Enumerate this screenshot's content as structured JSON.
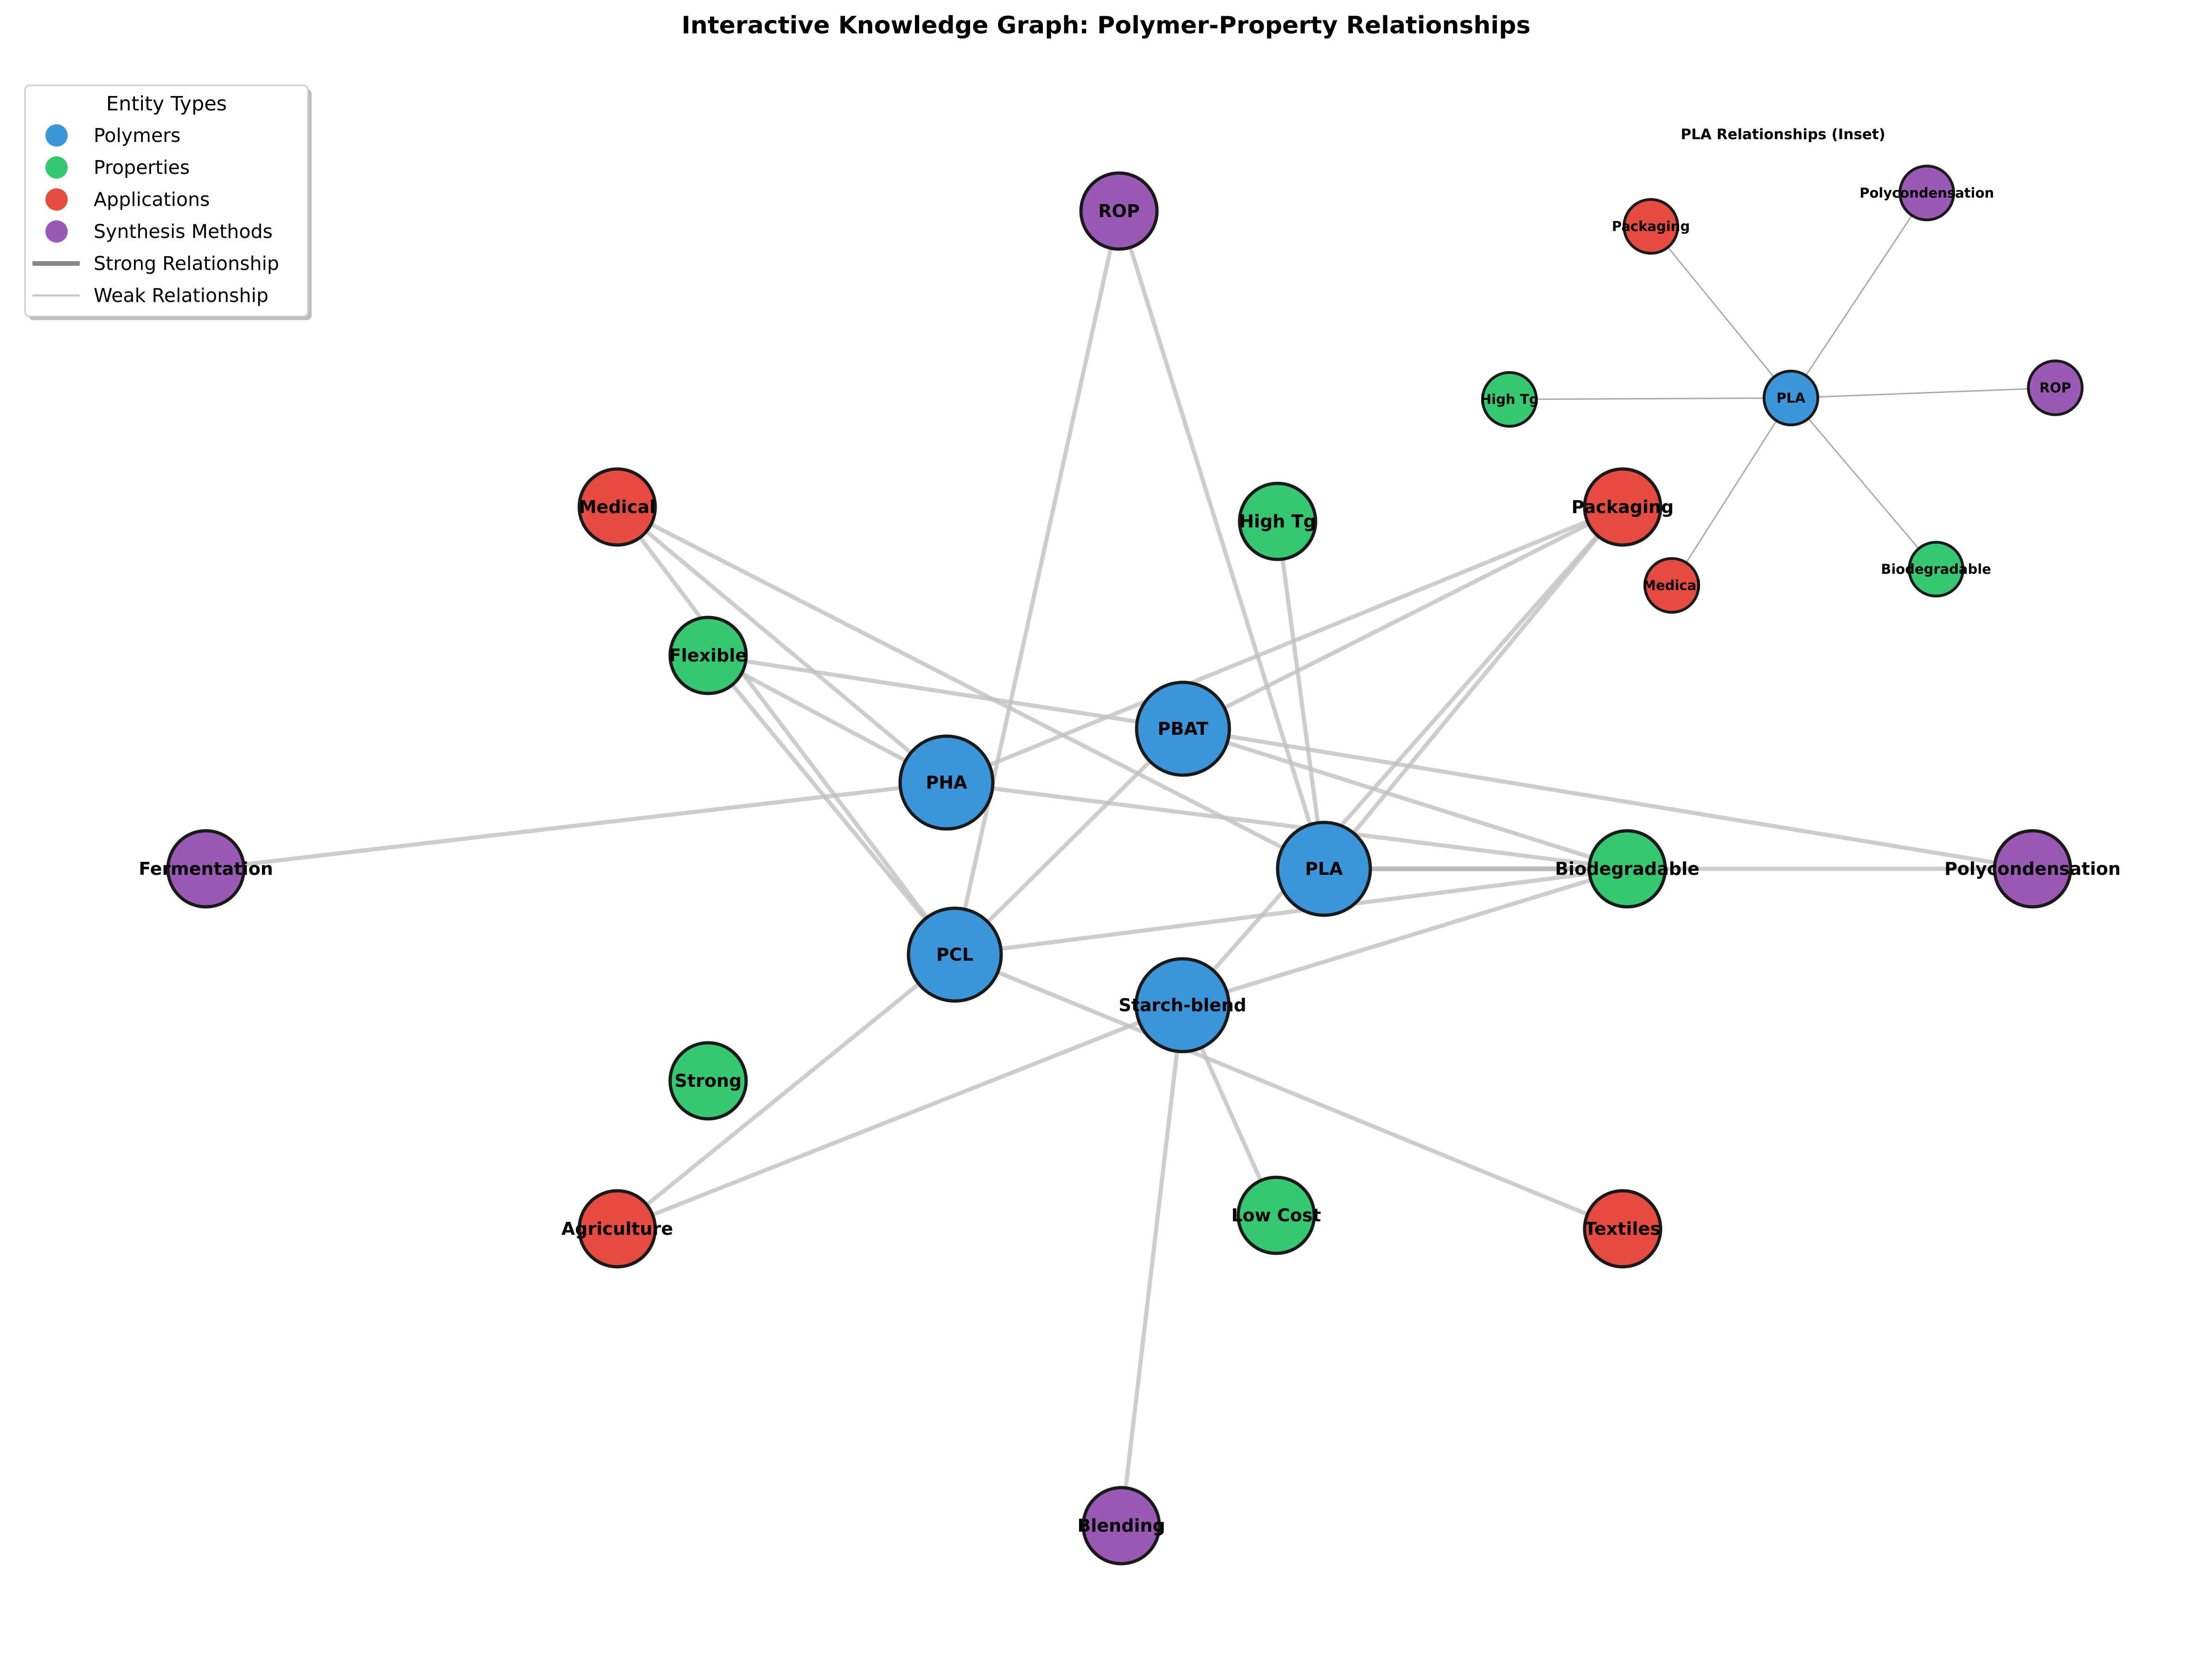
{
  "title": "Interactive Knowledge Graph: Polymer-Property Relationships",
  "legend": {
    "title": "Entity Types",
    "placement": "upper-left",
    "items": [
      {
        "label": "Polymers",
        "kind": "node",
        "color": "#3b96d9"
      },
      {
        "label": "Properties",
        "kind": "node",
        "color": "#34c870"
      },
      {
        "label": "Applications",
        "kind": "node",
        "color": "#e54b3f"
      },
      {
        "label": "Synthesis Methods",
        "kind": "node",
        "color": "#9b59b6"
      },
      {
        "label": "Strong Relationship",
        "kind": "line",
        "color": "#888888"
      },
      {
        "label": "Weak Relationship",
        "kind": "line",
        "color": "#c8c8c8"
      }
    ]
  },
  "colors": {
    "polymer": "#3b96d9",
    "property": "#34c870",
    "application": "#e54b3f",
    "synthesis": "#9b59b6",
    "edge": "#c0c0c0",
    "strong_edge": "#999999",
    "node_border": "#1a1a1a"
  },
  "graph": {
    "nodes": [
      {
        "id": "PLA",
        "label": "PLA",
        "type": "polymer"
      },
      {
        "id": "PHA",
        "label": "PHA",
        "type": "polymer"
      },
      {
        "id": "PCL",
        "label": "PCL",
        "type": "polymer"
      },
      {
        "id": "PBAT",
        "label": "PBAT",
        "type": "polymer"
      },
      {
        "id": "Starch-blend",
        "label": "Starch-blend",
        "type": "polymer"
      },
      {
        "id": "Biodegradable",
        "label": "Biodegradable",
        "type": "property"
      },
      {
        "id": "Flexible",
        "label": "Flexible",
        "type": "property"
      },
      {
        "id": "Strong",
        "label": "Strong",
        "type": "property"
      },
      {
        "id": "High Tg",
        "label": "High Tg",
        "type": "property"
      },
      {
        "id": "Low Cost",
        "label": "Low Cost",
        "type": "property"
      },
      {
        "id": "Medical",
        "label": "Medical",
        "type": "application"
      },
      {
        "id": "Packaging",
        "label": "Packaging",
        "type": "application"
      },
      {
        "id": "Agriculture",
        "label": "Agriculture",
        "type": "application"
      },
      {
        "id": "Textiles",
        "label": "Textiles",
        "type": "application"
      },
      {
        "id": "ROP",
        "label": "ROP",
        "type": "synthesis"
      },
      {
        "id": "Fermentation",
        "label": "Fermentation",
        "type": "synthesis"
      },
      {
        "id": "Polycondensation",
        "label": "Polycondensation",
        "type": "synthesis"
      },
      {
        "id": "Blending",
        "label": "Blending",
        "type": "synthesis"
      }
    ],
    "edges": [
      {
        "source": "PLA",
        "target": "Biodegradable",
        "strength": "strong"
      },
      {
        "source": "PLA",
        "target": "ROP",
        "strength": "weak"
      },
      {
        "source": "PLA",
        "target": "Packaging",
        "strength": "weak"
      },
      {
        "source": "PLA",
        "target": "Medical",
        "strength": "weak"
      },
      {
        "source": "PLA",
        "target": "High Tg",
        "strength": "weak"
      },
      {
        "source": "PLA",
        "target": "Polycondensation",
        "strength": "weak"
      },
      {
        "source": "PHA",
        "target": "Biodegradable",
        "strength": "weak"
      },
      {
        "source": "PHA",
        "target": "Fermentation",
        "strength": "weak"
      },
      {
        "source": "PHA",
        "target": "Medical",
        "strength": "weak"
      },
      {
        "source": "PHA",
        "target": "Packaging",
        "strength": "weak"
      },
      {
        "source": "PHA",
        "target": "Flexible",
        "strength": "weak"
      },
      {
        "source": "PCL",
        "target": "Biodegradable",
        "strength": "weak"
      },
      {
        "source": "PCL",
        "target": "Flexible",
        "strength": "weak"
      },
      {
        "source": "PCL",
        "target": "Medical",
        "strength": "weak"
      },
      {
        "source": "PCL",
        "target": "ROP",
        "strength": "weak"
      },
      {
        "source": "PCL",
        "target": "Agriculture",
        "strength": "weak"
      },
      {
        "source": "PCL",
        "target": "Textiles",
        "strength": "weak"
      },
      {
        "source": "PBAT",
        "target": "Biodegradable",
        "strength": "weak"
      },
      {
        "source": "PBAT",
        "target": "Flexible",
        "strength": "weak"
      },
      {
        "source": "PBAT",
        "target": "Packaging",
        "strength": "weak"
      },
      {
        "source": "PBAT",
        "target": "Polycondensation",
        "strength": "weak"
      },
      {
        "source": "PBAT",
        "target": "PCL",
        "strength": "weak"
      },
      {
        "source": "Starch-blend",
        "target": "Biodegradable",
        "strength": "weak"
      },
      {
        "source": "Starch-blend",
        "target": "Low Cost",
        "strength": "weak"
      },
      {
        "source": "Starch-blend",
        "target": "Packaging",
        "strength": "weak"
      },
      {
        "source": "Starch-blend",
        "target": "Agriculture",
        "strength": "weak"
      },
      {
        "source": "Starch-blend",
        "target": "Blending",
        "strength": "weak"
      }
    ]
  },
  "inset": {
    "title": "PLA Relationships (Inset)",
    "center": {
      "id": "PLA",
      "label": "PLA",
      "type": "polymer"
    },
    "neighbors": [
      {
        "id": "Packaging",
        "label": "Packaging",
        "type": "application"
      },
      {
        "id": "Polycondensation",
        "label": "Polycondensation",
        "type": "synthesis"
      },
      {
        "id": "High Tg",
        "label": "High Tg",
        "type": "property"
      },
      {
        "id": "ROP",
        "label": "ROP",
        "type": "synthesis"
      },
      {
        "id": "Medical",
        "label": "Medical",
        "type": "application"
      },
      {
        "id": "Biodegradable",
        "label": "Biodegradable",
        "type": "property"
      }
    ]
  }
}
